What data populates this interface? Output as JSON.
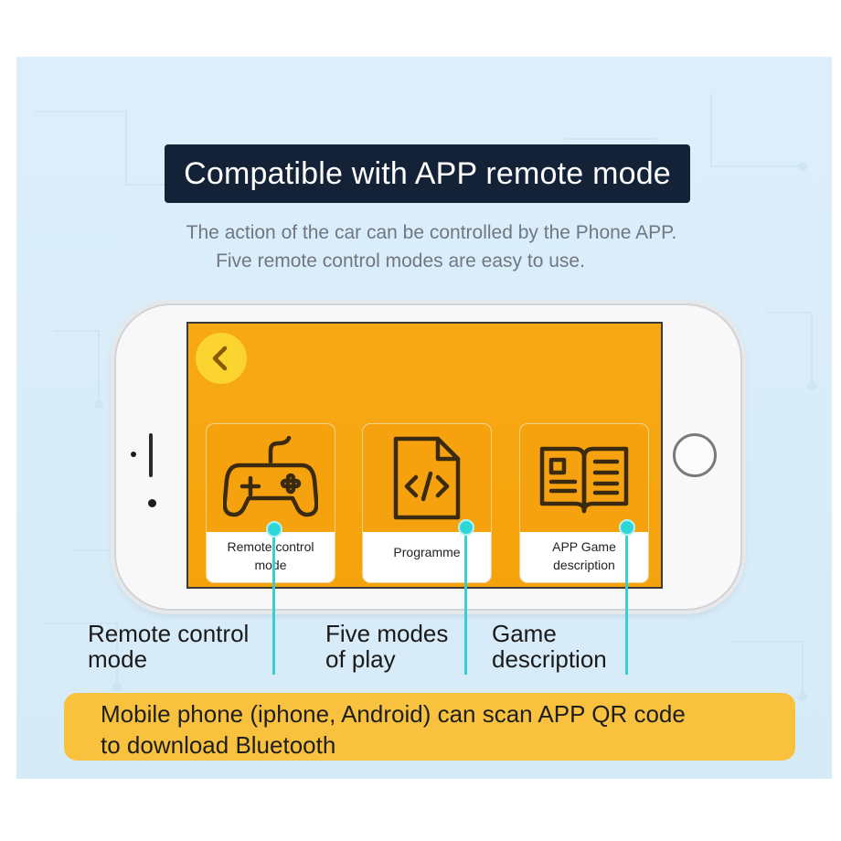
{
  "title": "Compatible with APP remote mode",
  "subtitle": {
    "line1": "The action of the car can be controlled by the Phone APP.",
    "line2": "Five remote control modes are easy to use."
  },
  "cards": [
    {
      "label_line1": "Remote control",
      "label_line2": "mode",
      "icon": "gamepad-icon"
    },
    {
      "label_line1": "Programme",
      "label_line2": "",
      "icon": "code-file-icon"
    },
    {
      "label_line1": "APP Game",
      "label_line2": "description",
      "icon": "open-book-icon"
    }
  ],
  "captions": [
    {
      "line1": "Remote control",
      "line2": "mode"
    },
    {
      "line1": "Five modes",
      "line2": "of play"
    },
    {
      "line1": "Game",
      "line2": "description"
    }
  ],
  "bottom_note": {
    "line1": "Mobile phone (iphone, Android) can scan APP QR code",
    "line2": "to download Bluetooth"
  },
  "colors": {
    "background": "#d8ecf8",
    "title_bg": "#142238",
    "screen": "#f6a20f",
    "accent_cyan": "#38cfd2",
    "note_bg": "#f8c23e"
  },
  "icons": {
    "back": "chevron-left-icon"
  }
}
